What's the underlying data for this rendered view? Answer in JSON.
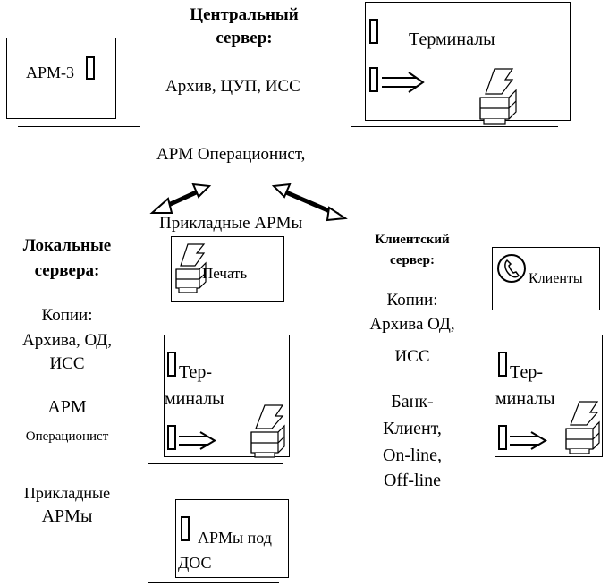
{
  "central_server": {
    "title_line1": "Центральный",
    "title_line2": "сервер:",
    "contents": "Архив, ЦУП, ИСС",
    "workstation": "АРМ Операционист,",
    "applied": "Прикладные АРМы"
  },
  "arm3_box": {
    "label": "АРМ-3"
  },
  "terminals_top": {
    "label": "Терминалы"
  },
  "local_servers": {
    "title_line1": "Локальные",
    "title_line2": "сервера:",
    "copies_line1": "Копии:",
    "copies_line2": "Архива, ОД,",
    "copies_line3": "ИСС",
    "arm_line1": "АРМ",
    "arm_line2": "Операционист",
    "applied_line1": "Прикладные",
    "applied_line2": "АРМы"
  },
  "print_box": {
    "label": "Печать"
  },
  "terminals_left": {
    "line1": "Тер-",
    "line2": "миналы"
  },
  "dos_box": {
    "line1": "АРМы под",
    "line2": "ДОС"
  },
  "client_server": {
    "title_line1": "Клиентский",
    "title_line2": "сервер:",
    "copies_line1": "Копии:",
    "copies_line2": "Архива ОД,",
    "copies_line3": "ИСС",
    "bank_line1": "Банк-",
    "bank_line2": "Клиент,",
    "bank_line3": "On-line,",
    "bank_line4": "Off-line"
  },
  "clients_box": {
    "label": "Клиенты"
  },
  "terminals_right": {
    "line1": "Тер-",
    "line2": "миналы"
  },
  "icons": [
    "printer-icon",
    "telephone-icon",
    "arrow-right-icon",
    "double-arrow-icon"
  ]
}
